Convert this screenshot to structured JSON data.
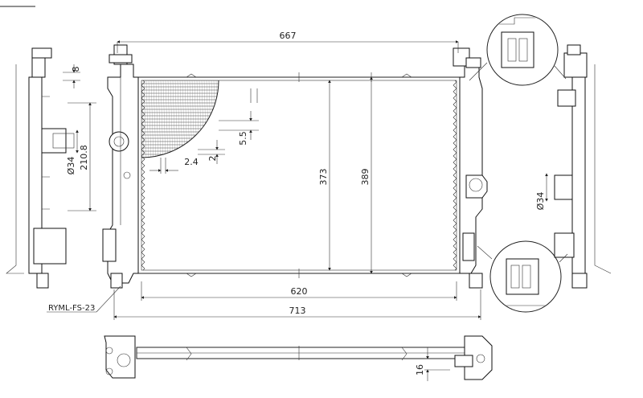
{
  "drawing": {
    "part_code": "RYML-FS-23",
    "dimensions": {
      "overall_width_top": "667",
      "core_width": "620",
      "overall_width_bottom": "713",
      "core_height": "373",
      "overall_height": "389",
      "fin_pitch": "2.4",
      "tube_thickness": "2",
      "tube_pitch": "5.5",
      "left_top_offset": "8",
      "left_pipe_distance": "210.8",
      "left_pipe_diameter": "Ø34",
      "right_pipe_diameter": "Ø34",
      "bottom_thickness": "16"
    }
  }
}
